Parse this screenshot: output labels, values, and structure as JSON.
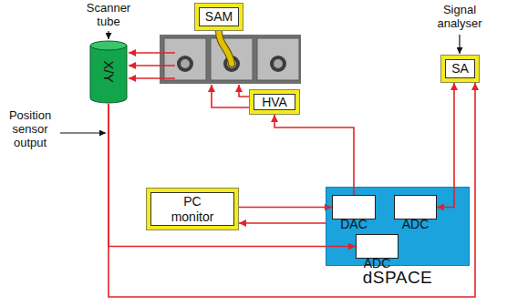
{
  "diagram": {
    "nodes": [
      {
        "text": [
          "X/Y"
        ]
      },
      {
        "text": [
          "SAM"
        ]
      },
      {
        "text": [
          "HVA"
        ]
      },
      {
        "text": [
          "SA"
        ]
      },
      {
        "text": [
          "PC monitor"
        ]
      },
      {
        "text": [
          "dSPACE"
        ]
      },
      {
        "text": [
          "DAC"
        ],
        "in": 5
      },
      {
        "text": [
          "ADC"
        ],
        "in": 5
      },
      {
        "text": [
          "ADC"
        ],
        "in": 5
      }
    ],
    "edges": [
      {
        "from": 6,
        "to": 2,
        "arrow": "to"
      },
      {
        "from": 4,
        "to": 6,
        "arrow": "to"
      },
      {
        "from": 5,
        "to": 4,
        "arrow": "to"
      },
      {
        "from": 7,
        "to": 3,
        "arrow": "both"
      },
      {
        "from": 0,
        "to": 8,
        "arrow": "to"
      },
      {
        "from": 0,
        "to": 3,
        "arrow": "to"
      }
    ],
    "labels": [
      "Scanner tube",
      "Signal analyser",
      "Position sensor output"
    ]
  }
}
